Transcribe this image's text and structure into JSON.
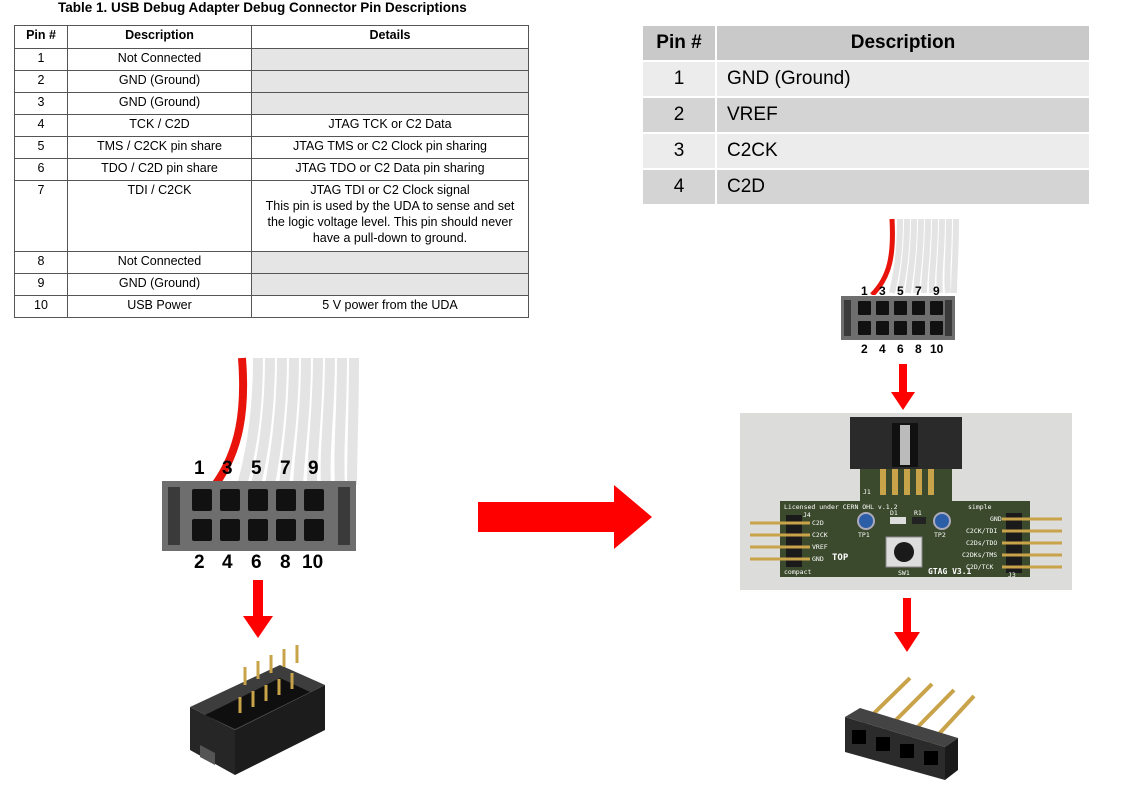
{
  "table1": {
    "title": "Table 1. USB Debug Adapter Debug Connector Pin Descriptions",
    "headers": [
      "Pin #",
      "Description",
      "Details"
    ],
    "rows": [
      {
        "pin": "1",
        "desc": "Not Connected",
        "details": ""
      },
      {
        "pin": "2",
        "desc": "GND (Ground)",
        "details": ""
      },
      {
        "pin": "3",
        "desc": "GND (Ground)",
        "details": ""
      },
      {
        "pin": "4",
        "desc": "TCK / C2D",
        "details": "JTAG TCK or C2 Data"
      },
      {
        "pin": "5",
        "desc": "TMS / C2CK pin share",
        "details": "JTAG TMS or C2 Clock pin sharing"
      },
      {
        "pin": "6",
        "desc": "TDO / C2D pin share",
        "details": "JTAG TDO or C2 Data pin sharing"
      },
      {
        "pin": "7",
        "desc": "TDI / C2CK",
        "details": "JTAG TDI or C2 Clock signal",
        "details_extra": "This pin is used by the UDA to sense and set the logic voltage level. This pin should never have a pull-down to ground."
      },
      {
        "pin": "8",
        "desc": "Not Connected",
        "details": ""
      },
      {
        "pin": "9",
        "desc": "GND (Ground)",
        "details": ""
      },
      {
        "pin": "10",
        "desc": "USB Power",
        "details": "5 V power from the UDA"
      }
    ]
  },
  "table2": {
    "headers": [
      "Pin #",
      "Description"
    ],
    "rows": [
      {
        "pin": "1",
        "desc": "GND (Ground)"
      },
      {
        "pin": "2",
        "desc": "VREF"
      },
      {
        "pin": "3",
        "desc": "C2CK"
      },
      {
        "pin": "4",
        "desc": "C2D"
      }
    ]
  },
  "left_connector": {
    "top_numbers": [
      "1",
      "3",
      "5",
      "7",
      "9"
    ],
    "bottom_numbers": [
      "2",
      "4",
      "6",
      "8",
      "10"
    ]
  },
  "right_connector": {
    "top_numbers": [
      "1",
      "3",
      "5",
      "7",
      "9"
    ],
    "bottom_numbers": [
      "2",
      "4",
      "6",
      "8",
      "10"
    ]
  },
  "pcb": {
    "license": "Licensed under CERN OHL v.1.2",
    "j1": "J1",
    "j3": "J3",
    "j4": "J4",
    "d1": "D1",
    "r1": "R1",
    "tp1": "TP1",
    "tp2": "TP2",
    "sw1": "SW1",
    "top": "TOP",
    "version": "GTAG V3.1",
    "compact": "compact",
    "simple": "simple",
    "left_pins": [
      "C2D",
      "C2CK",
      "VREF",
      "GND"
    ],
    "right_pins": [
      "GND",
      "C2CK/TDI",
      "C2Ds/TDO",
      "C2DKs/TMS",
      "C2D/TCK"
    ]
  },
  "colors": {
    "arrow": "#ff0000",
    "wire_red": "#e8140c",
    "housing": "#6e6e6e",
    "pcb": "#3b4a2c"
  }
}
